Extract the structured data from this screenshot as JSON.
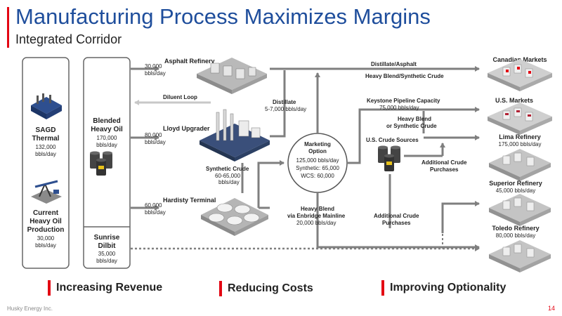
{
  "title": "Manufacturing Process Maximizes Margins",
  "subtitle": "Integrated Corridor",
  "left_column": {
    "sagd": {
      "title": [
        "SAGD",
        "Thermal"
      ],
      "value": [
        "132,000",
        "bbls/day"
      ]
    },
    "heavy": {
      "title": [
        "Current",
        "Heavy Oil",
        "Production"
      ],
      "value": [
        "30,000",
        "bbls/day"
      ]
    }
  },
  "blend_column": {
    "blended": {
      "title": [
        "Blended",
        "Heavy Oil"
      ],
      "value": [
        "170,000",
        "bbls/day"
      ]
    },
    "sunrise": {
      "title": [
        "Sunrise",
        "Dilbit"
      ],
      "value": [
        "35,000",
        "bbls/day"
      ]
    }
  },
  "facilities": {
    "asphalt": {
      "title": "Asphalt Refinery",
      "value": [
        "30,000",
        "bbls/day"
      ]
    },
    "lloyd": {
      "title": "Lloyd Upgrader",
      "value": [
        "80,000",
        "bbls/day"
      ]
    },
    "hardisty": {
      "title": "Hardisty Terminal",
      "value": [
        "60,000",
        "bbls/day"
      ]
    }
  },
  "flows": {
    "diluent": "Diluent Loop",
    "distillate_asphalt": "Distillate/Asphalt",
    "heavy_synthetic": "Heavy Blend/Synthetic Crude",
    "distillate": [
      "Distillate",
      "5-7,000 bbls/day"
    ],
    "synthetic": [
      "Synthetic Crude",
      "60-65,000",
      "bbls/day"
    ],
    "keystone": [
      "Keystone Pipeline Capacity",
      "75,000 bbls/day"
    ],
    "heavy_blend_syn": [
      "Heavy Blend",
      "or Synthetic Crude"
    ],
    "us_crude": "U.S. Crude Sources",
    "add_crude_1": [
      "Additional Crude",
      "Purchases"
    ],
    "add_crude_2": [
      "Additional Crude",
      "Purchases"
    ],
    "enbridge": [
      "Heavy Blend",
      "via Enbridge Mainline",
      "20,000 bbls/day"
    ]
  },
  "marketing": {
    "title": [
      "Marketing",
      "Option"
    ],
    "values": [
      "125,000 bbls/day",
      "Synthetic: 65,000",
      "WCS: 60,000"
    ]
  },
  "markets": {
    "canadian": {
      "title": "Canadian Markets"
    },
    "us": {
      "title": "U.S. Markets"
    },
    "lima": {
      "title": "Lima Refinery",
      "value": "175,000 bbls/day"
    },
    "superior": {
      "title": "Superior Refinery",
      "value": "45,000 bbls/day"
    },
    "toledo": {
      "title": "Toledo Refinery",
      "value": "80,000 bbls/day"
    }
  },
  "pillars": [
    "Increasing Revenue",
    "Reducing Costs",
    "Improving Optionality"
  ],
  "footer": {
    "company": "Husky Energy Inc.",
    "page": "14"
  },
  "colors": {
    "title": "#1f4e9c",
    "accent": "#e30613",
    "arrow": "#7f7f7f"
  }
}
